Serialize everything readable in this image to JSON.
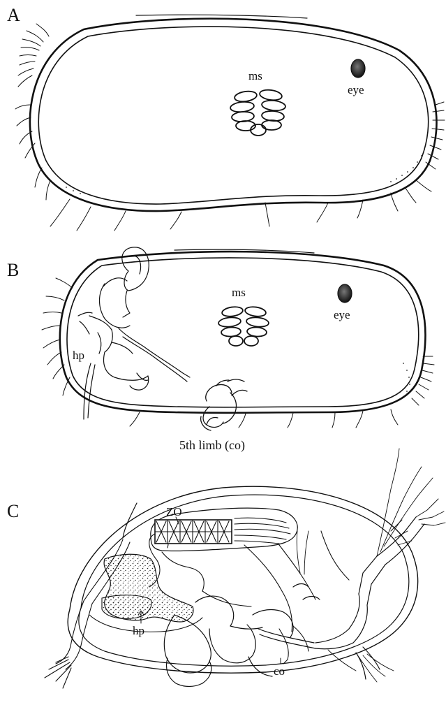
{
  "figure": {
    "panels": [
      {
        "id": "A",
        "label": "A",
        "annotations": [
          "ms",
          "eye"
        ]
      },
      {
        "id": "B",
        "label": "B",
        "annotations": [
          "ms",
          "eye",
          "hp"
        ],
        "caption": "5th limb (co)"
      },
      {
        "id": "C",
        "label": "C",
        "annotations": [
          "ZO",
          "hp",
          "co"
        ]
      }
    ]
  }
}
